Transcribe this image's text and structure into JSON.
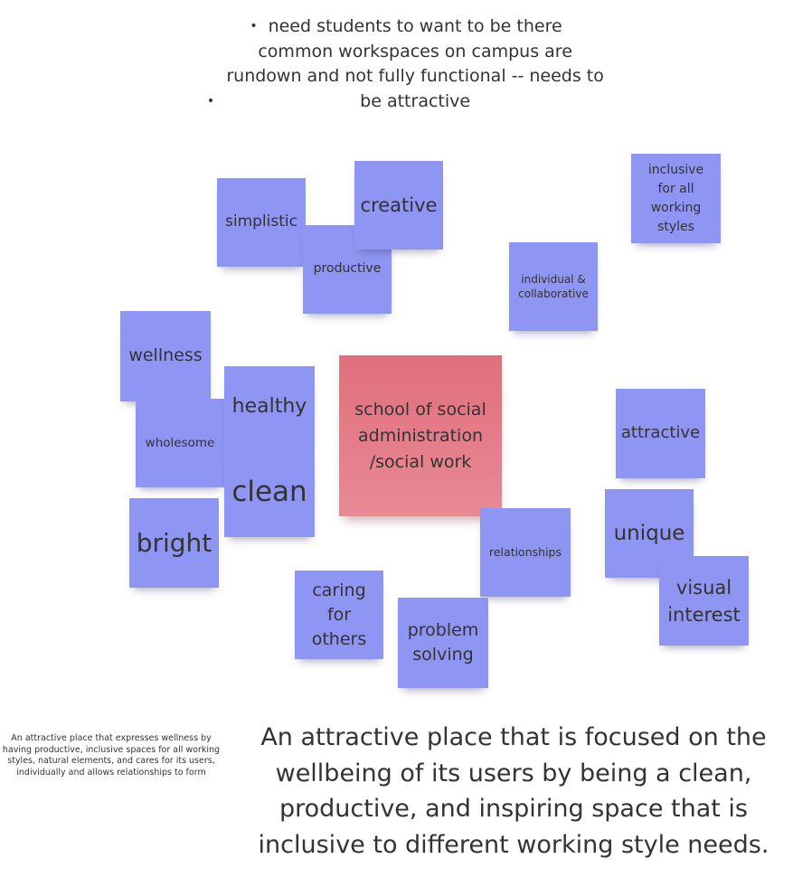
{
  "bullets": [
    "need students to want to be there",
    "common workspaces on campus are rundown and not fully functional -- needs to be attractive"
  ],
  "center_note": "school of social administration /social work",
  "notes": {
    "simplistic": "simplistic",
    "creative": "creative",
    "productive": "productive",
    "inclusive": "inclusive for all working styles",
    "individual": "individual & collaborative",
    "wellness": "wellness",
    "healthy": "healthy",
    "wholesome": "wholesome",
    "clean": "clean",
    "bright": "bright",
    "attractive": "attractive",
    "unique": "unique",
    "relationships": "relationships",
    "visual_interest": "visual interest",
    "caring": "caring for others",
    "problem_solving": "problem solving"
  },
  "summary_small": "An attractive place that expresses wellness by having productive, inclusive spaces for all working styles, natural elements, and cares for its users, individually and allows relationships to form",
  "summary_large": "An attractive place that is focused on the wellbeing of its users by being a clean, productive, and inspiring space that is inclusive to different working style needs.",
  "colors": {
    "sticky_blue": "#8f95f2",
    "sticky_pink": "#e47b87"
  }
}
